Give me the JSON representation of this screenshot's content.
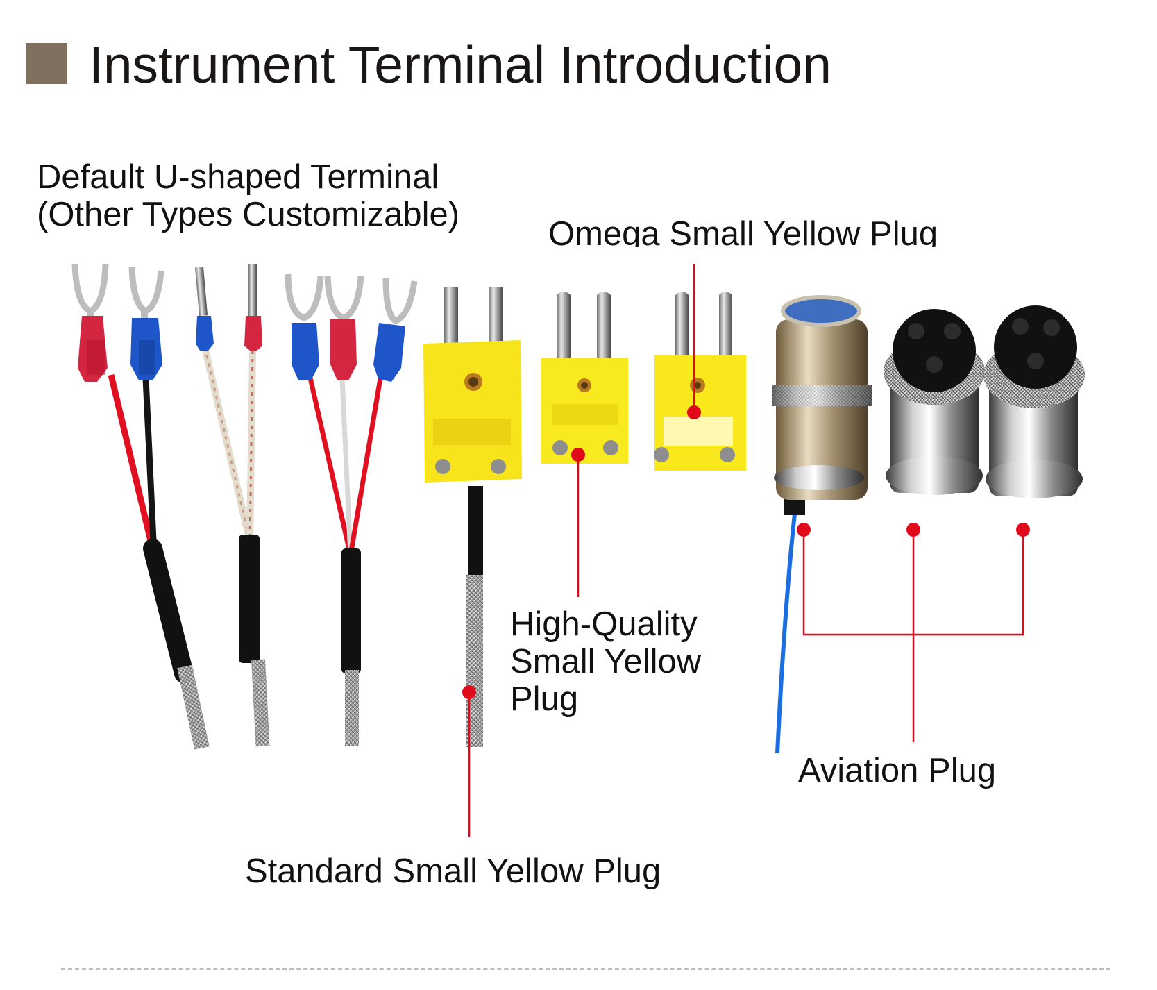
{
  "header": {
    "title": "Instrument Terminal Introduction"
  },
  "labels": {
    "u_terminal_line1": "Default U-shaped Terminal",
    "u_terminal_line2": "(Other Types Customizable)",
    "omega": "Omega Small Yellow Plug",
    "high_quality_line1": "High-Quality",
    "high_quality_line2": "Small Yellow",
    "high_quality_line3": "Plug",
    "aviation": "Aviation Plug",
    "standard": "Standard Small Yellow Plug"
  },
  "colors": {
    "accent_square": "#80705f",
    "callout_red": "#e10a1a",
    "plug_yellow": "#f7e41a",
    "terminal_red": "#d42640",
    "terminal_blue": "#1e55c8"
  }
}
